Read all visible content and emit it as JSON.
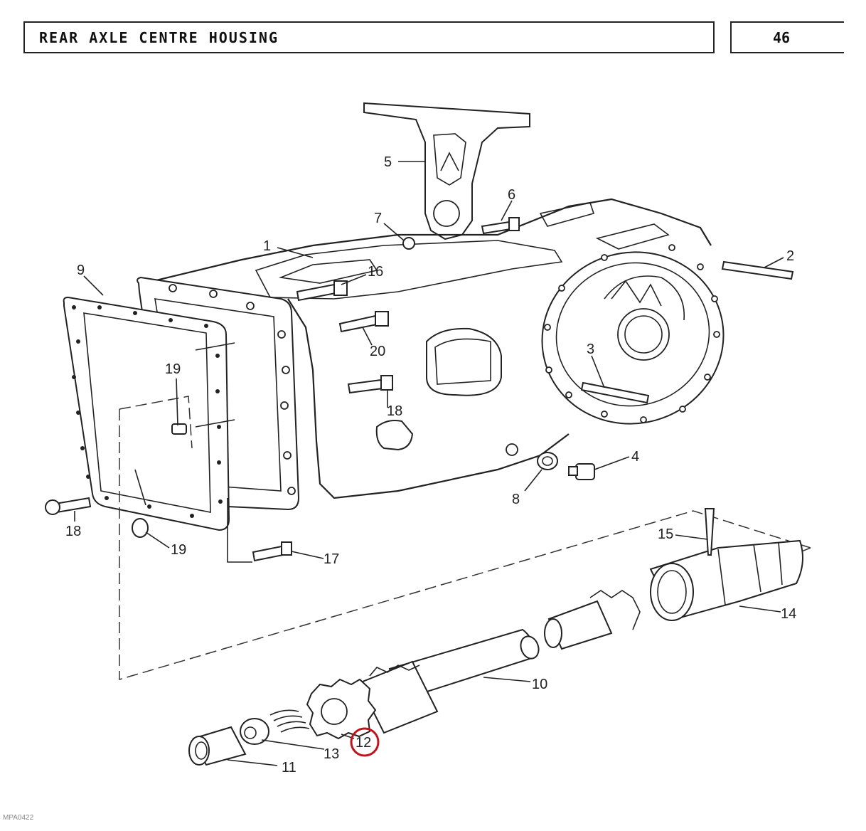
{
  "header": {
    "title": "REAR AXLE CENTRE HOUSING",
    "page_number": "46"
  },
  "reference_code": "MPA0422",
  "highlight_color": "#c0141c",
  "callouts": [
    {
      "id": "c1",
      "label": "1"
    },
    {
      "id": "c2",
      "label": "2"
    },
    {
      "id": "c3",
      "label": "3"
    },
    {
      "id": "c4",
      "label": "4"
    },
    {
      "id": "c5",
      "label": "5"
    },
    {
      "id": "c6",
      "label": "6"
    },
    {
      "id": "c7",
      "label": "7"
    },
    {
      "id": "c8",
      "label": "8"
    },
    {
      "id": "c9",
      "label": "9"
    },
    {
      "id": "c10",
      "label": "10"
    },
    {
      "id": "c11",
      "label": "11"
    },
    {
      "id": "c12",
      "label": "12",
      "highlighted": true
    },
    {
      "id": "c13",
      "label": "13"
    },
    {
      "id": "c14",
      "label": "14"
    },
    {
      "id": "c15",
      "label": "15"
    },
    {
      "id": "c16",
      "label": "16"
    },
    {
      "id": "c17",
      "label": "17"
    },
    {
      "id": "c18a",
      "label": "18"
    },
    {
      "id": "c18b",
      "label": "18"
    },
    {
      "id": "c19a",
      "label": "19"
    },
    {
      "id": "c19b",
      "label": "19"
    },
    {
      "id": "c20",
      "label": "20"
    }
  ]
}
